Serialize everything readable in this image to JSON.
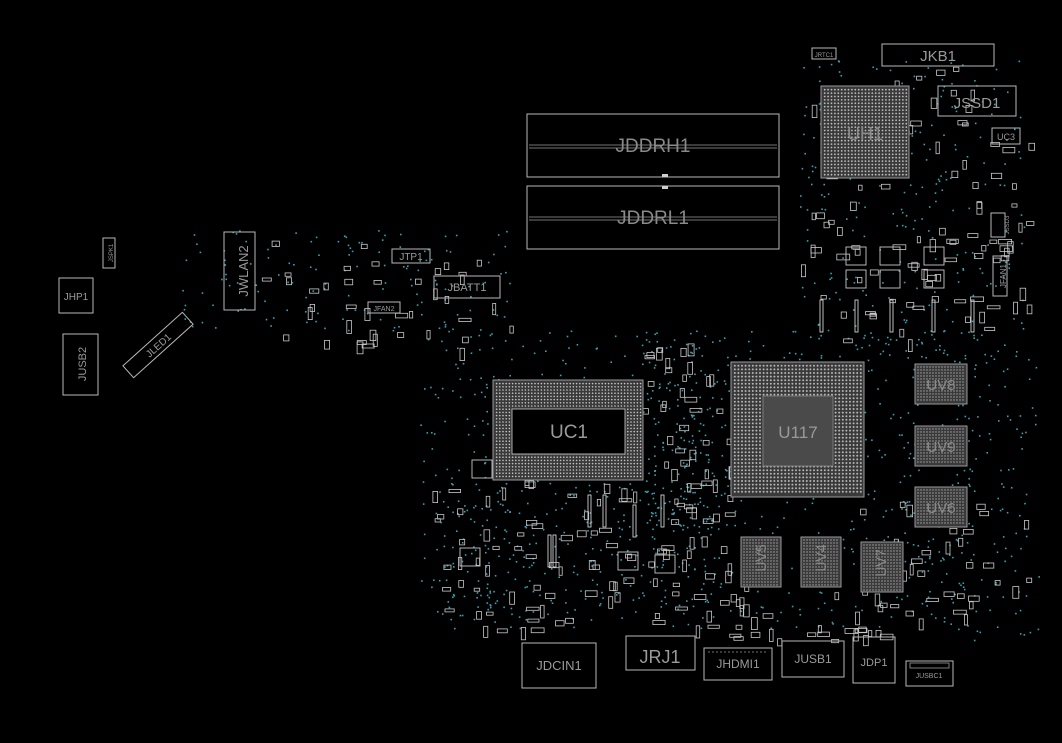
{
  "labels": {
    "jkb1": "JKB1",
    "jrtc1": "JRTC1",
    "jssd1": "JSSD1",
    "uh1": "UH1",
    "uc3": "UC3",
    "jddrh1": "JDDRH1",
    "jddrl1": "JDDRL1",
    "jspk1": "JSPK1",
    "jwlan2": "JWLAN2",
    "jtp1": "JTP1",
    "jbatt1": "JBATT1",
    "jfan2": "JFAN2",
    "jhp1": "JHP1",
    "jusb2": "JUSB2",
    "jssd3": "JSSD3",
    "jfan1": "JFAN1",
    "jled1": "JLED1",
    "uc1": "UC1",
    "u117": "U117",
    "uv8": "UV8",
    "uv9": "UV9",
    "uv6": "UV6",
    "uv5": "UV5",
    "uv4": "UV4",
    "uv7": "UV7",
    "jdcin1": "JDCIN1",
    "jrj1": "JRJ1",
    "jhdmi1": "JHDMI1",
    "jusb1": "JUSB1",
    "jdp1": "JDP1",
    "jusbc1": "JUSBC1"
  },
  "colors": {
    "background": "#000000",
    "outline": "#b8b8b8",
    "label": "#9a9a9a",
    "via": "#3aa0b0",
    "chip_fill": "#3a3a3a"
  }
}
